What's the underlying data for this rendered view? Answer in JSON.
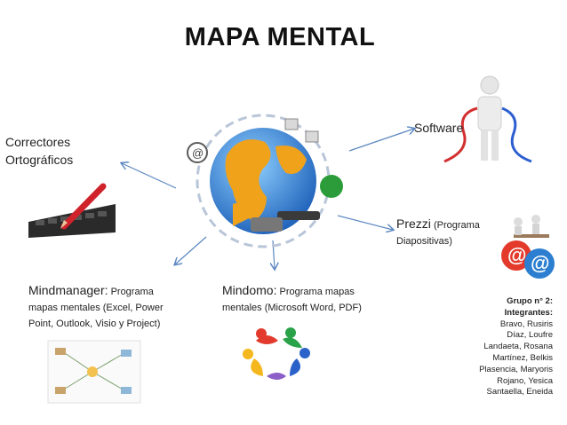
{
  "title": "MAPA MENTAL",
  "nodes": {
    "correctores": {
      "line1": "Correctores",
      "line2": "Ortográficos"
    },
    "software": {
      "label": "Software"
    },
    "prezzi": {
      "name": "Prezzi",
      "desc1": "(Programa",
      "desc2": "Diapositivas)"
    },
    "mindmanager": {
      "name": "Mindmanager:",
      "desc1": "Programa",
      "desc2": "mapas mentales (Excel, Power",
      "desc3": "Point, Outlook, Visio y Project)"
    },
    "mindomo": {
      "name": "Mindomo:",
      "desc1": "Programa mapas",
      "desc2": "mentales (Microsoft Word, PDF)"
    }
  },
  "group": {
    "header1": "Grupo n° 2:",
    "header2": "Integrantes:",
    "members": [
      "Bravo, Rusiris",
      "Díaz, Loufre",
      "Landaeta, Rosana",
      "Martínez, Belkis",
      "Plasencia, Maryoris",
      "Rojano, Yesica",
      "Santaella, Eneida"
    ]
  },
  "colors": {
    "arrow": "#5b86c0",
    "globe_water": "#2f7fd1",
    "globe_land": "#f0a21a"
  },
  "icons": [
    "globe-icon",
    "pencil-keyboard-icon",
    "robot-cables-icon",
    "email-people-icon",
    "mindmap-thumbnail-icon",
    "people-circle-icon"
  ]
}
